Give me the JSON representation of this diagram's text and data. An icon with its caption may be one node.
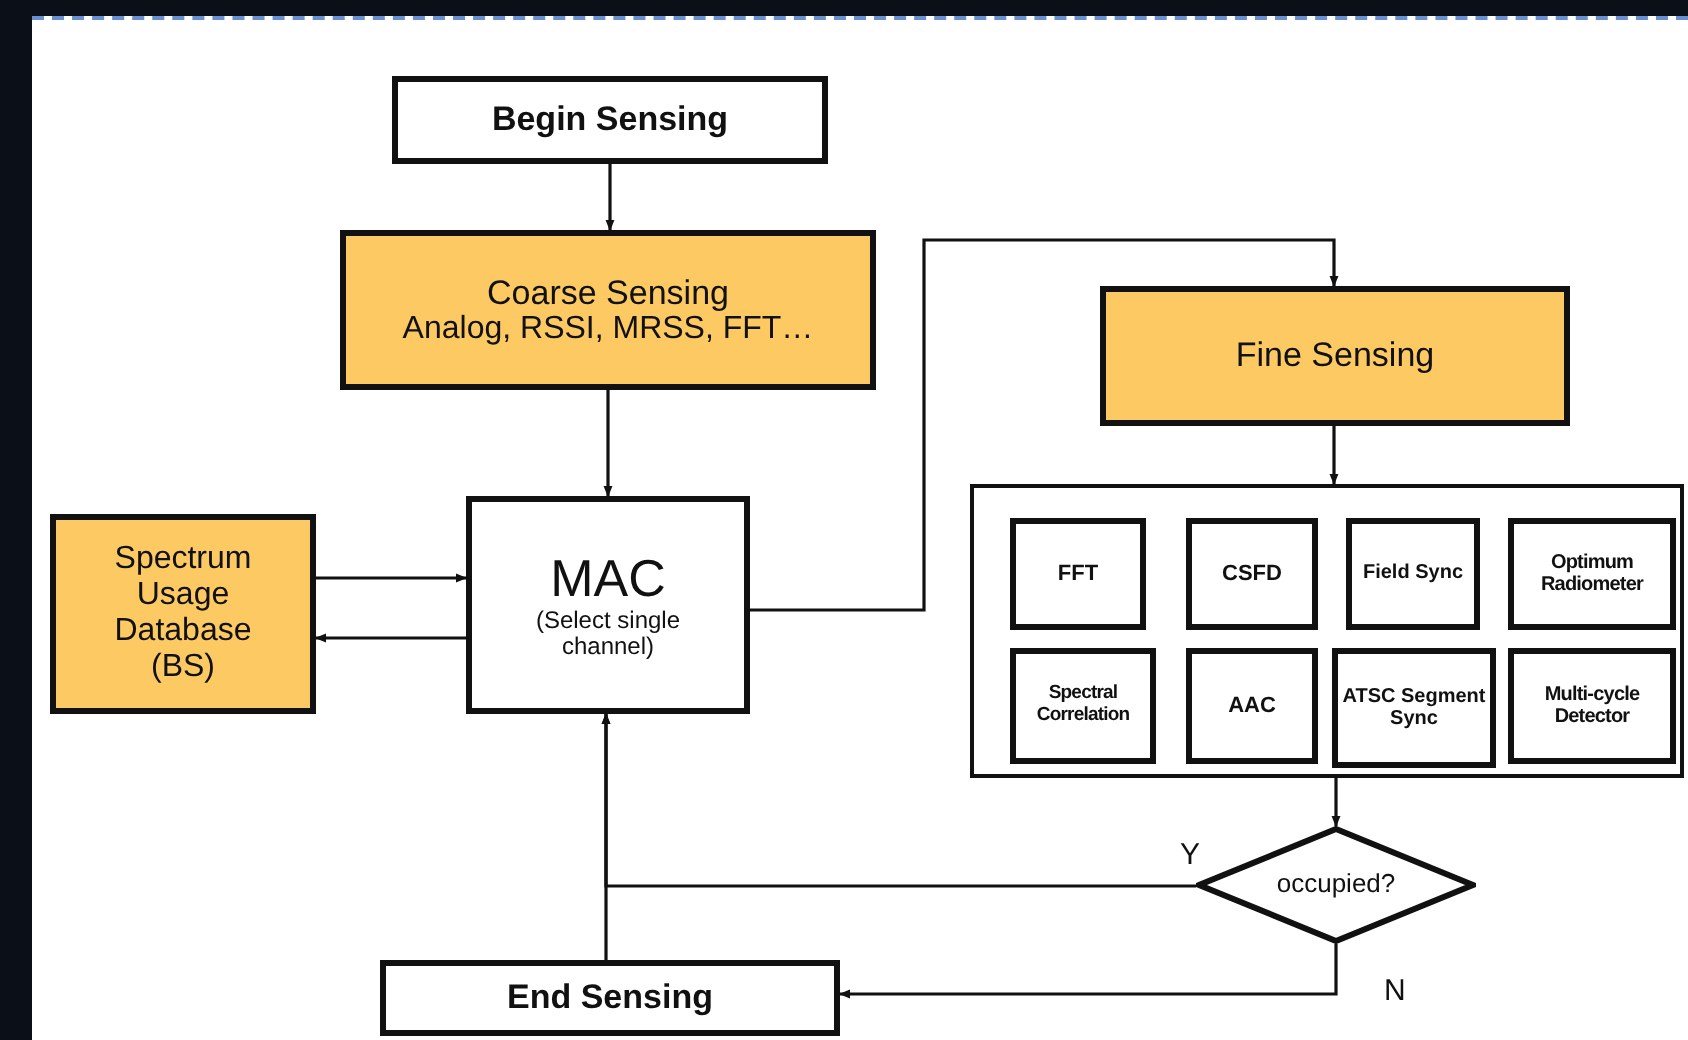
{
  "diagram": {
    "nodes": [
      {
        "text": [
          "Begin Sensing"
        ]
      },
      {
        "text": [
          "Coarse Sensing",
          "Analog, RSSI, MRSS, FFT…"
        ]
      },
      {
        "text": [
          "Spectrum Usage Database (BS)"
        ]
      },
      {
        "text": [
          "MAC",
          "(Select single channel)"
        ]
      },
      {
        "text": [
          "Fine Sensing"
        ]
      },
      {
        "text": [],
        "shape": "box"
      },
      {
        "text": [
          "FFT"
        ],
        "in": 5
      },
      {
        "text": [
          "CSFD"
        ],
        "in": 5
      },
      {
        "text": [
          "Field Sync"
        ],
        "in": 5
      },
      {
        "text": [
          "Optimum Radiometer"
        ],
        "in": 5
      },
      {
        "text": [
          "Spectral Correlation"
        ],
        "in": 5
      },
      {
        "text": [
          "AAC"
        ],
        "in": 5
      },
      {
        "text": [
          "ATSC Segment Sync"
        ],
        "in": 5
      },
      {
        "text": [
          "Multi-cycle Detector"
        ],
        "in": 5
      },
      {
        "text": [
          "occupied?"
        ]
      },
      {
        "text": [
          "End Sensing"
        ]
      }
    ],
    "edges": [
      {
        "from": 0,
        "to": 1,
        "arrow": "to"
      },
      {
        "from": 1,
        "to": 3,
        "arrow": "to"
      },
      {
        "from": 2,
        "to": 3,
        "arrow": "to"
      },
      {
        "from": 3,
        "to": 2,
        "arrow": "to"
      },
      {
        "from": 3,
        "to": 4,
        "arrow": "to"
      },
      {
        "from": 4,
        "to": 5,
        "arrow": "to"
      },
      {
        "from": 5,
        "to": 14,
        "arrow": "to"
      },
      {
        "from": 14,
        "to": 3,
        "arrow": "to",
        "label": "Y"
      },
      {
        "from": 14,
        "to": 15,
        "arrow": "to",
        "label": "N"
      },
      {
        "from": 15,
        "to": 3,
        "arrow": "to"
      }
    ]
  }
}
